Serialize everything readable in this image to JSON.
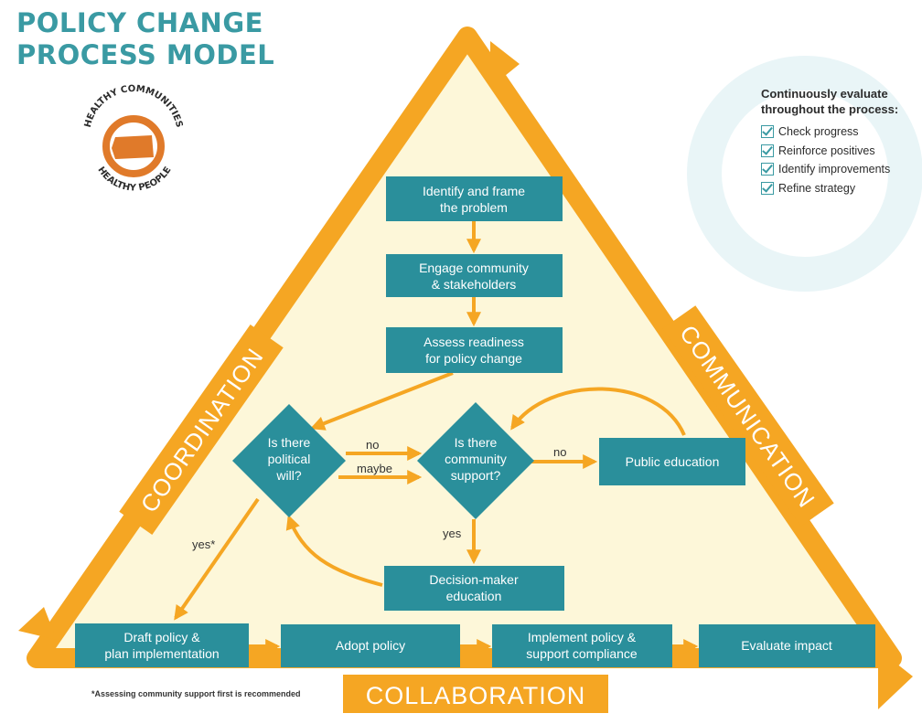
{
  "title": {
    "line1": "POLICY CHANGE",
    "line2": "PROCESS MODEL"
  },
  "logo": {
    "top_text": "HEALTHY COMMUNITIES",
    "bottom_text": "HEALTHY PEOPLE",
    "ring_color": "#e07a2a"
  },
  "sides": {
    "left": "COORDINATION",
    "right": "COMMUNICATION",
    "bottom": "COLLABORATION"
  },
  "evaluate": {
    "heading_line1": "Continuously evaluate",
    "heading_line2": "throughout the process:",
    "items": [
      "Check progress",
      "Reinforce positives",
      "Identify improvements",
      "Refine strategy"
    ]
  },
  "steps": {
    "identify": [
      "Identify and frame",
      "the problem"
    ],
    "engage": [
      "Engage community",
      "& stakeholders"
    ],
    "assess": [
      "Assess readiness",
      "for policy change"
    ],
    "political": [
      "Is there",
      "political",
      "will?"
    ],
    "community": [
      "Is there",
      "community",
      "support?"
    ],
    "public_ed": [
      "Public education"
    ],
    "decision_ed": [
      "Decision-maker",
      "education"
    ],
    "draft": [
      "Draft policy &",
      "plan implementation"
    ],
    "adopt": [
      "Adopt policy"
    ],
    "implement": [
      "Implement policy &",
      "support compliance"
    ],
    "evaluate_impact": [
      "Evaluate impact"
    ]
  },
  "edge_labels": {
    "no1": "no",
    "maybe": "maybe",
    "no2": "no",
    "yes": "yes",
    "yes_star": "yes*"
  },
  "footnote": "*Assessing community support first is recommended",
  "colors": {
    "teal": "#2a8f9b",
    "orange": "#f5a623",
    "cream": "#fdf7d9",
    "title": "#3a9aa3"
  }
}
